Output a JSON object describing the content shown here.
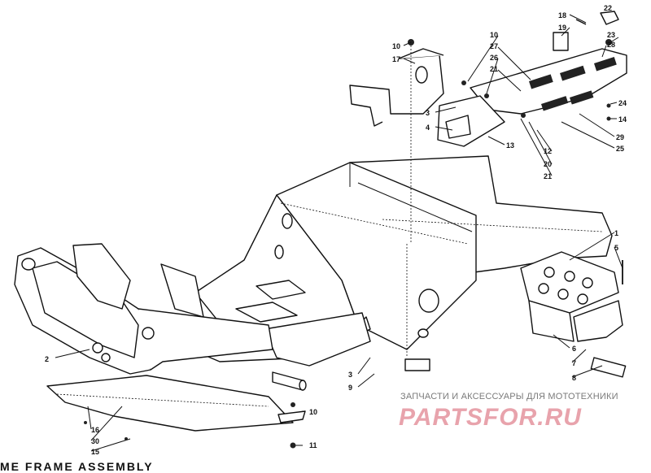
{
  "diagram": {
    "callouts": [
      {
        "id": "c1",
        "label": "1"
      },
      {
        "id": "c2",
        "label": "2"
      },
      {
        "id": "c3a",
        "label": "3"
      },
      {
        "id": "c3b",
        "label": "3"
      },
      {
        "id": "c4",
        "label": "4"
      },
      {
        "id": "c5",
        "label": "5"
      },
      {
        "id": "c6",
        "label": "6"
      },
      {
        "id": "c7",
        "label": "7"
      },
      {
        "id": "c8",
        "label": "8"
      },
      {
        "id": "c9",
        "label": "9"
      },
      {
        "id": "c10a",
        "label": "10"
      },
      {
        "id": "c10b",
        "label": "10"
      },
      {
        "id": "c10c",
        "label": "10"
      },
      {
        "id": "c11",
        "label": "11"
      },
      {
        "id": "c12",
        "label": "12"
      },
      {
        "id": "c13",
        "label": "13"
      },
      {
        "id": "c14",
        "label": "14"
      },
      {
        "id": "c15",
        "label": "15"
      },
      {
        "id": "c16",
        "label": "16"
      },
      {
        "id": "c17",
        "label": "17"
      },
      {
        "id": "c18",
        "label": "18"
      },
      {
        "id": "c19",
        "label": "19"
      },
      {
        "id": "c20",
        "label": "20"
      },
      {
        "id": "c21a",
        "label": "21"
      },
      {
        "id": "c21b",
        "label": "21"
      },
      {
        "id": "c22",
        "label": "22"
      },
      {
        "id": "c23",
        "label": "23"
      },
      {
        "id": "c24",
        "label": "24"
      },
      {
        "id": "c25",
        "label": "25"
      },
      {
        "id": "c26",
        "label": "26"
      },
      {
        "id": "c27",
        "label": "27"
      },
      {
        "id": "c28",
        "label": "28"
      },
      {
        "id": "c29",
        "label": "29"
      },
      {
        "id": "c30",
        "label": "30"
      }
    ]
  },
  "watermark": {
    "caption": "ЗАПЧАСТИ И АКСЕССУАРЫ ДЛЯ МОТОТЕХНИКИ",
    "logo_text": "PARTSFOR.RU",
    "color": "#e8a3ac"
  },
  "footer": {
    "title": "ME FRAME ASSEMBLY"
  }
}
